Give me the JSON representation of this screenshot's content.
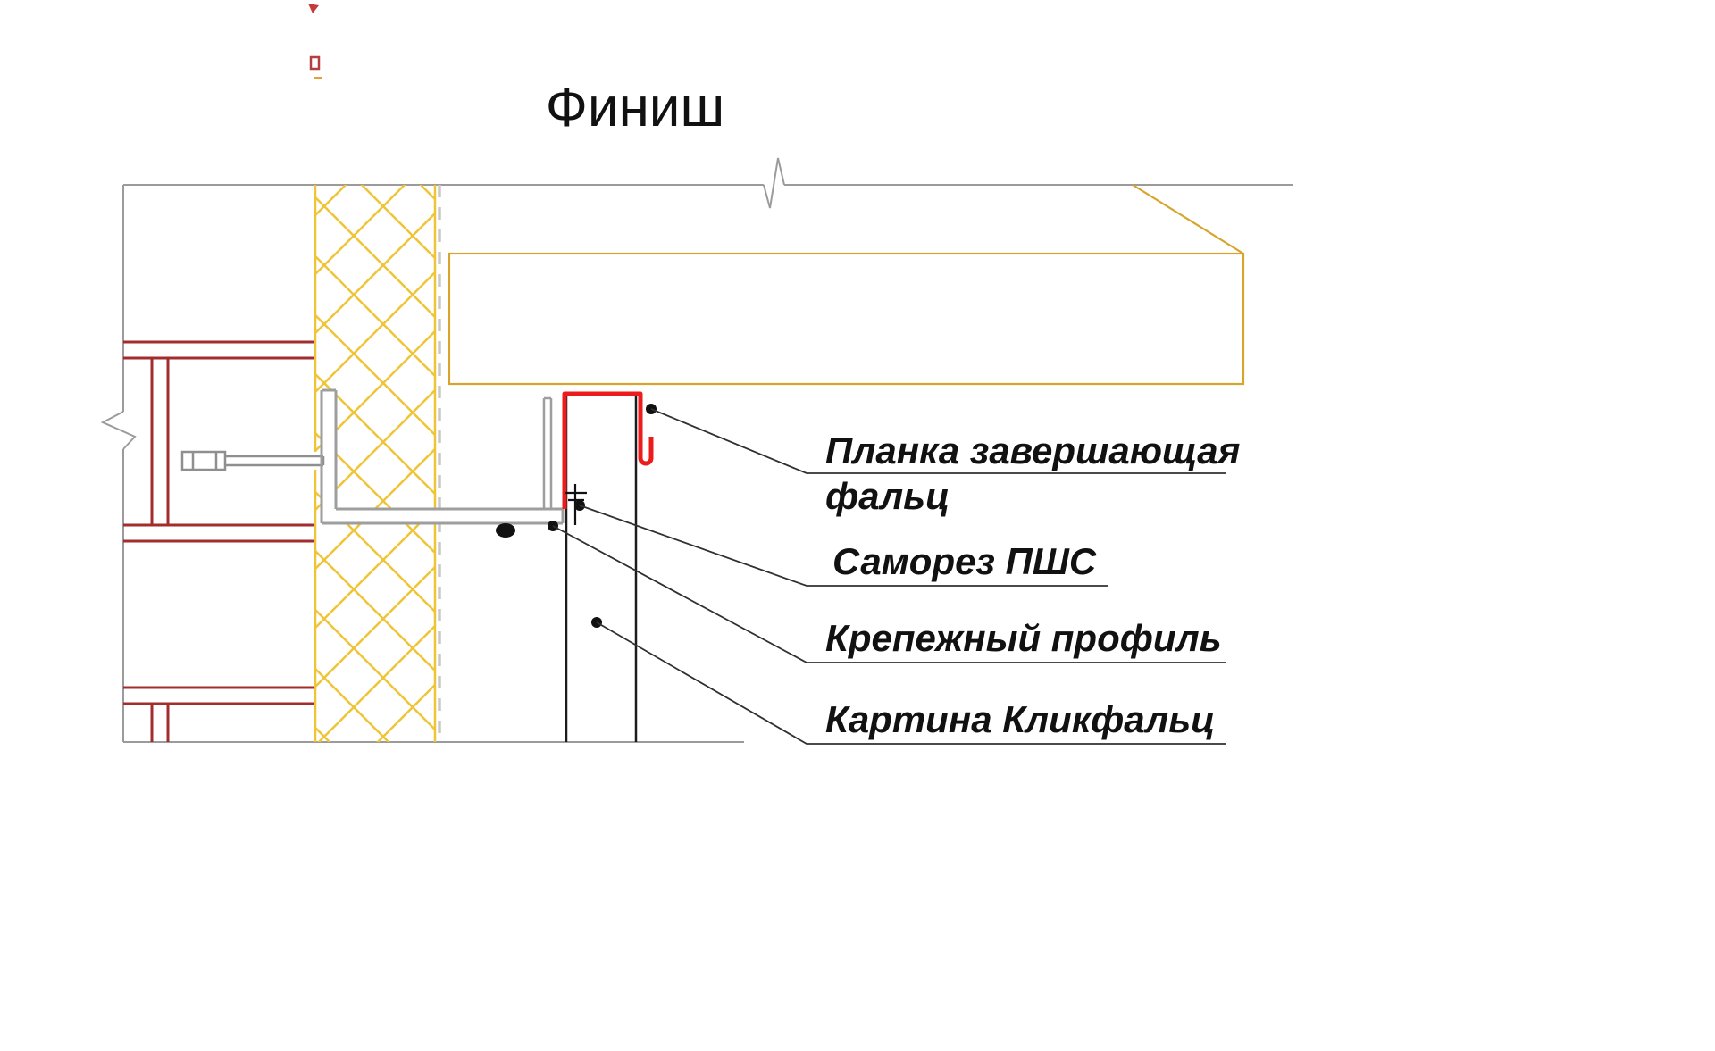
{
  "title": "Финиш",
  "labels": {
    "finishing_strip": {
      "line1": "Планка завершающая",
      "line2": "фальц"
    },
    "screw": "Саморез ПШС",
    "mounting_profile": "Крепежный профиль",
    "clickfalz": "Картина Кликфальц"
  },
  "colors": {
    "border": "#9B9B9B",
    "wall_profile": "#A32C2C",
    "insulation_hatch": "#F0C437",
    "membrane": "#C9C9C9",
    "beam_outline": "#D8A42A",
    "bracket": "#9E9E9E",
    "anchor": "#8F8F8F",
    "panel_outline": "#1C1C1C",
    "finishing_strip": "#ED1C1C",
    "fastener": "#111111",
    "leader": "#303030",
    "text": "#111111"
  }
}
